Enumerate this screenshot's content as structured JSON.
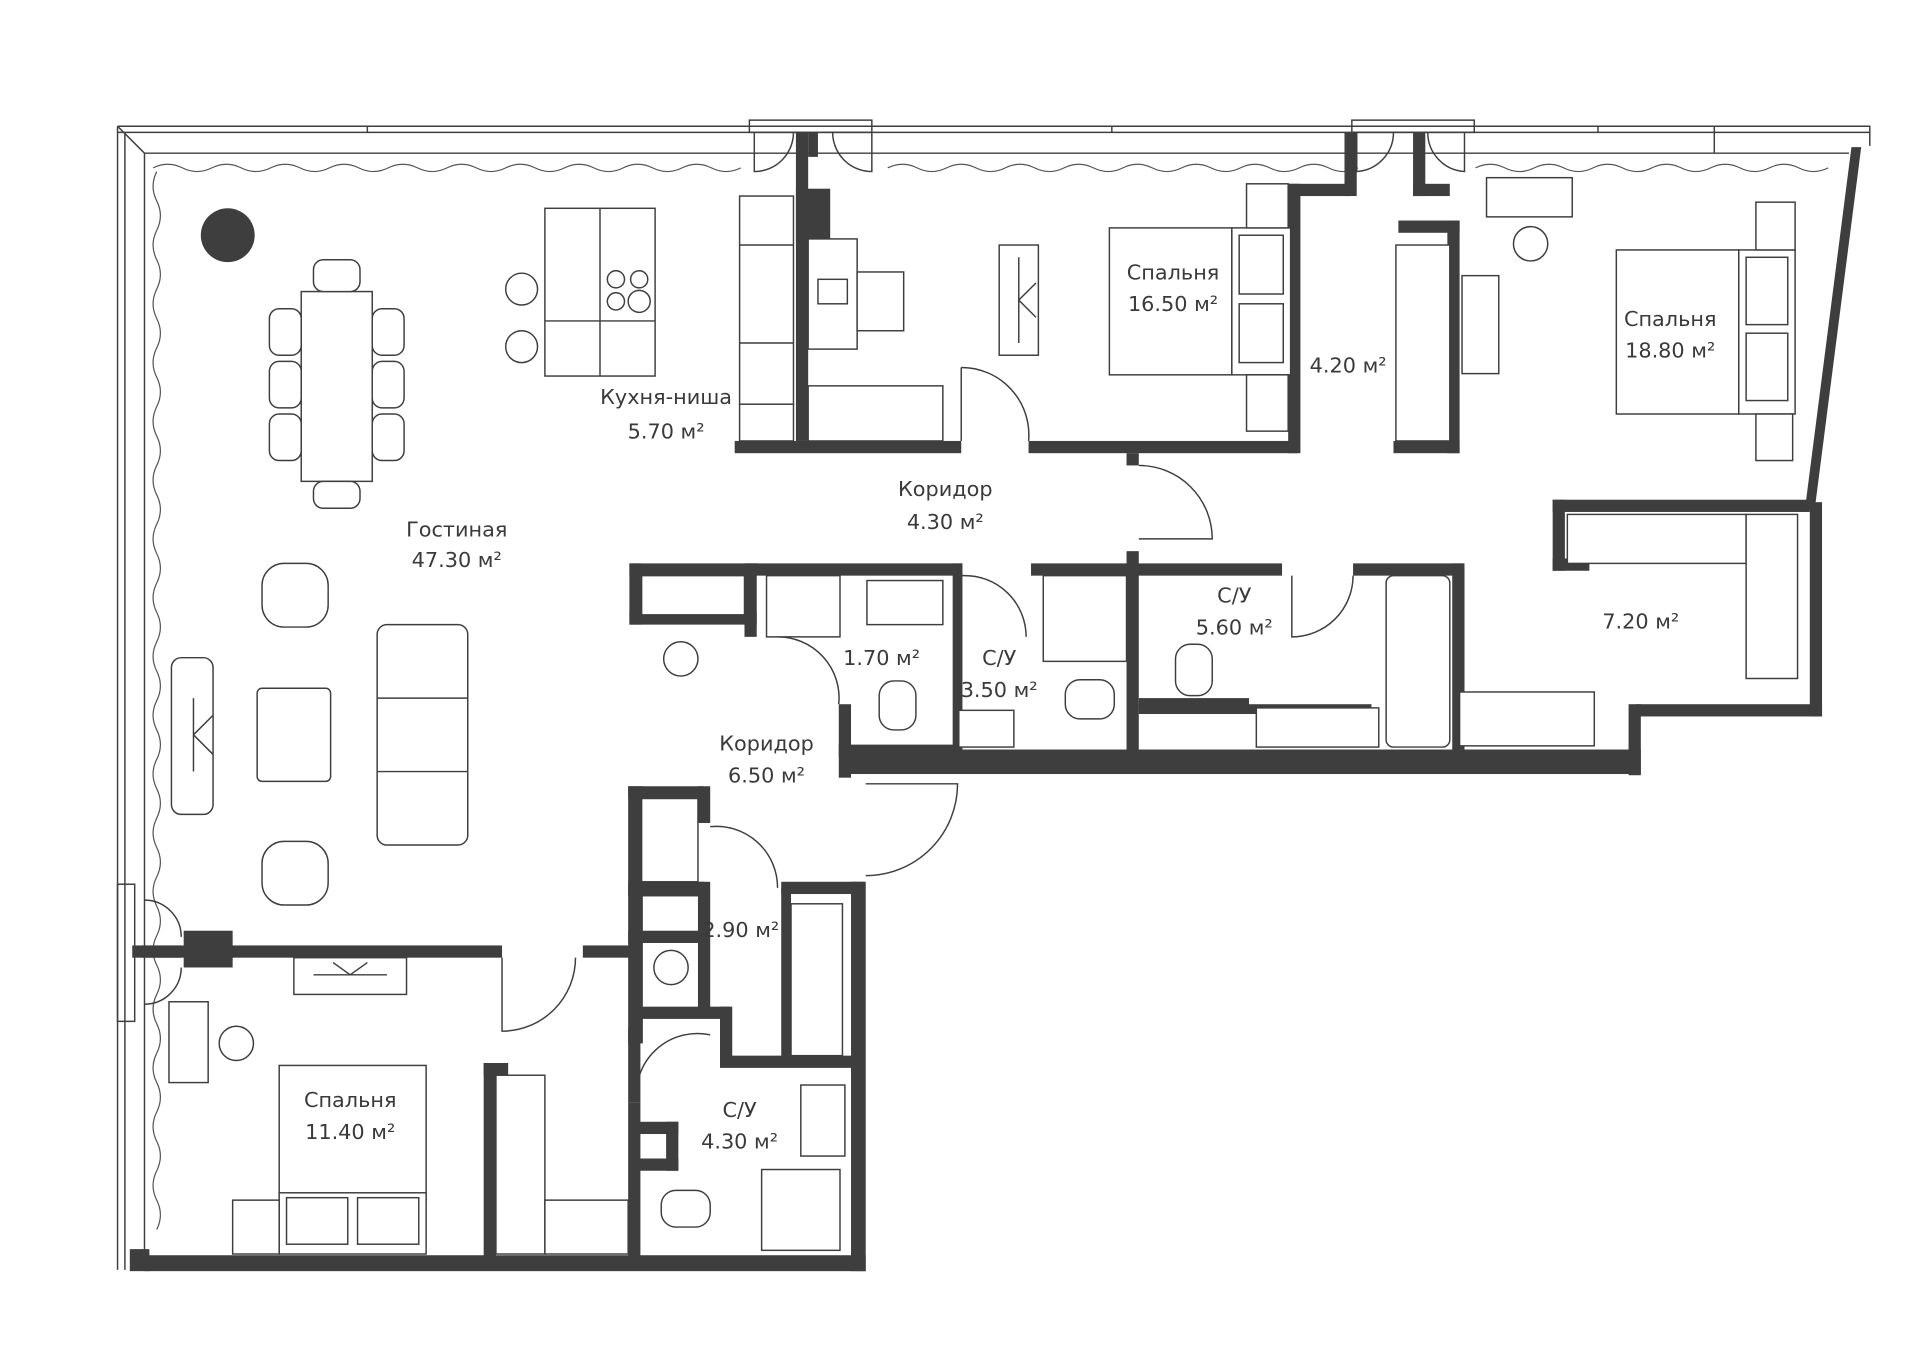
{
  "rooms": [
    {
      "name": "Гостиная",
      "area": "47.30 м²"
    },
    {
      "name": "Кухня-ниша",
      "area": "5.70 м²"
    },
    {
      "name": "Спальня",
      "area": "16.50 м²"
    },
    {
      "name": "",
      "area": "4.20 м²"
    },
    {
      "name": "Спальня",
      "area": "18.80 м²"
    },
    {
      "name": "Коридор",
      "area": "4.30 м²"
    },
    {
      "name": "",
      "area": "1.70 м²"
    },
    {
      "name": "С/У",
      "area": "3.50 м²"
    },
    {
      "name": "С/У",
      "area": "5.60 м²"
    },
    {
      "name": "",
      "area": "7.20 м²"
    },
    {
      "name": "Коридор",
      "area": "6.50 м²"
    },
    {
      "name": "",
      "area": "2.90 м²"
    },
    {
      "name": "Спальня",
      "area": "11.40 м²"
    },
    {
      "name": "С/У",
      "area": "4.30 м²"
    }
  ],
  "colors": {
    "wall": "#3e3e3f",
    "line": "#3e3e3f",
    "background": "#ffffff"
  }
}
